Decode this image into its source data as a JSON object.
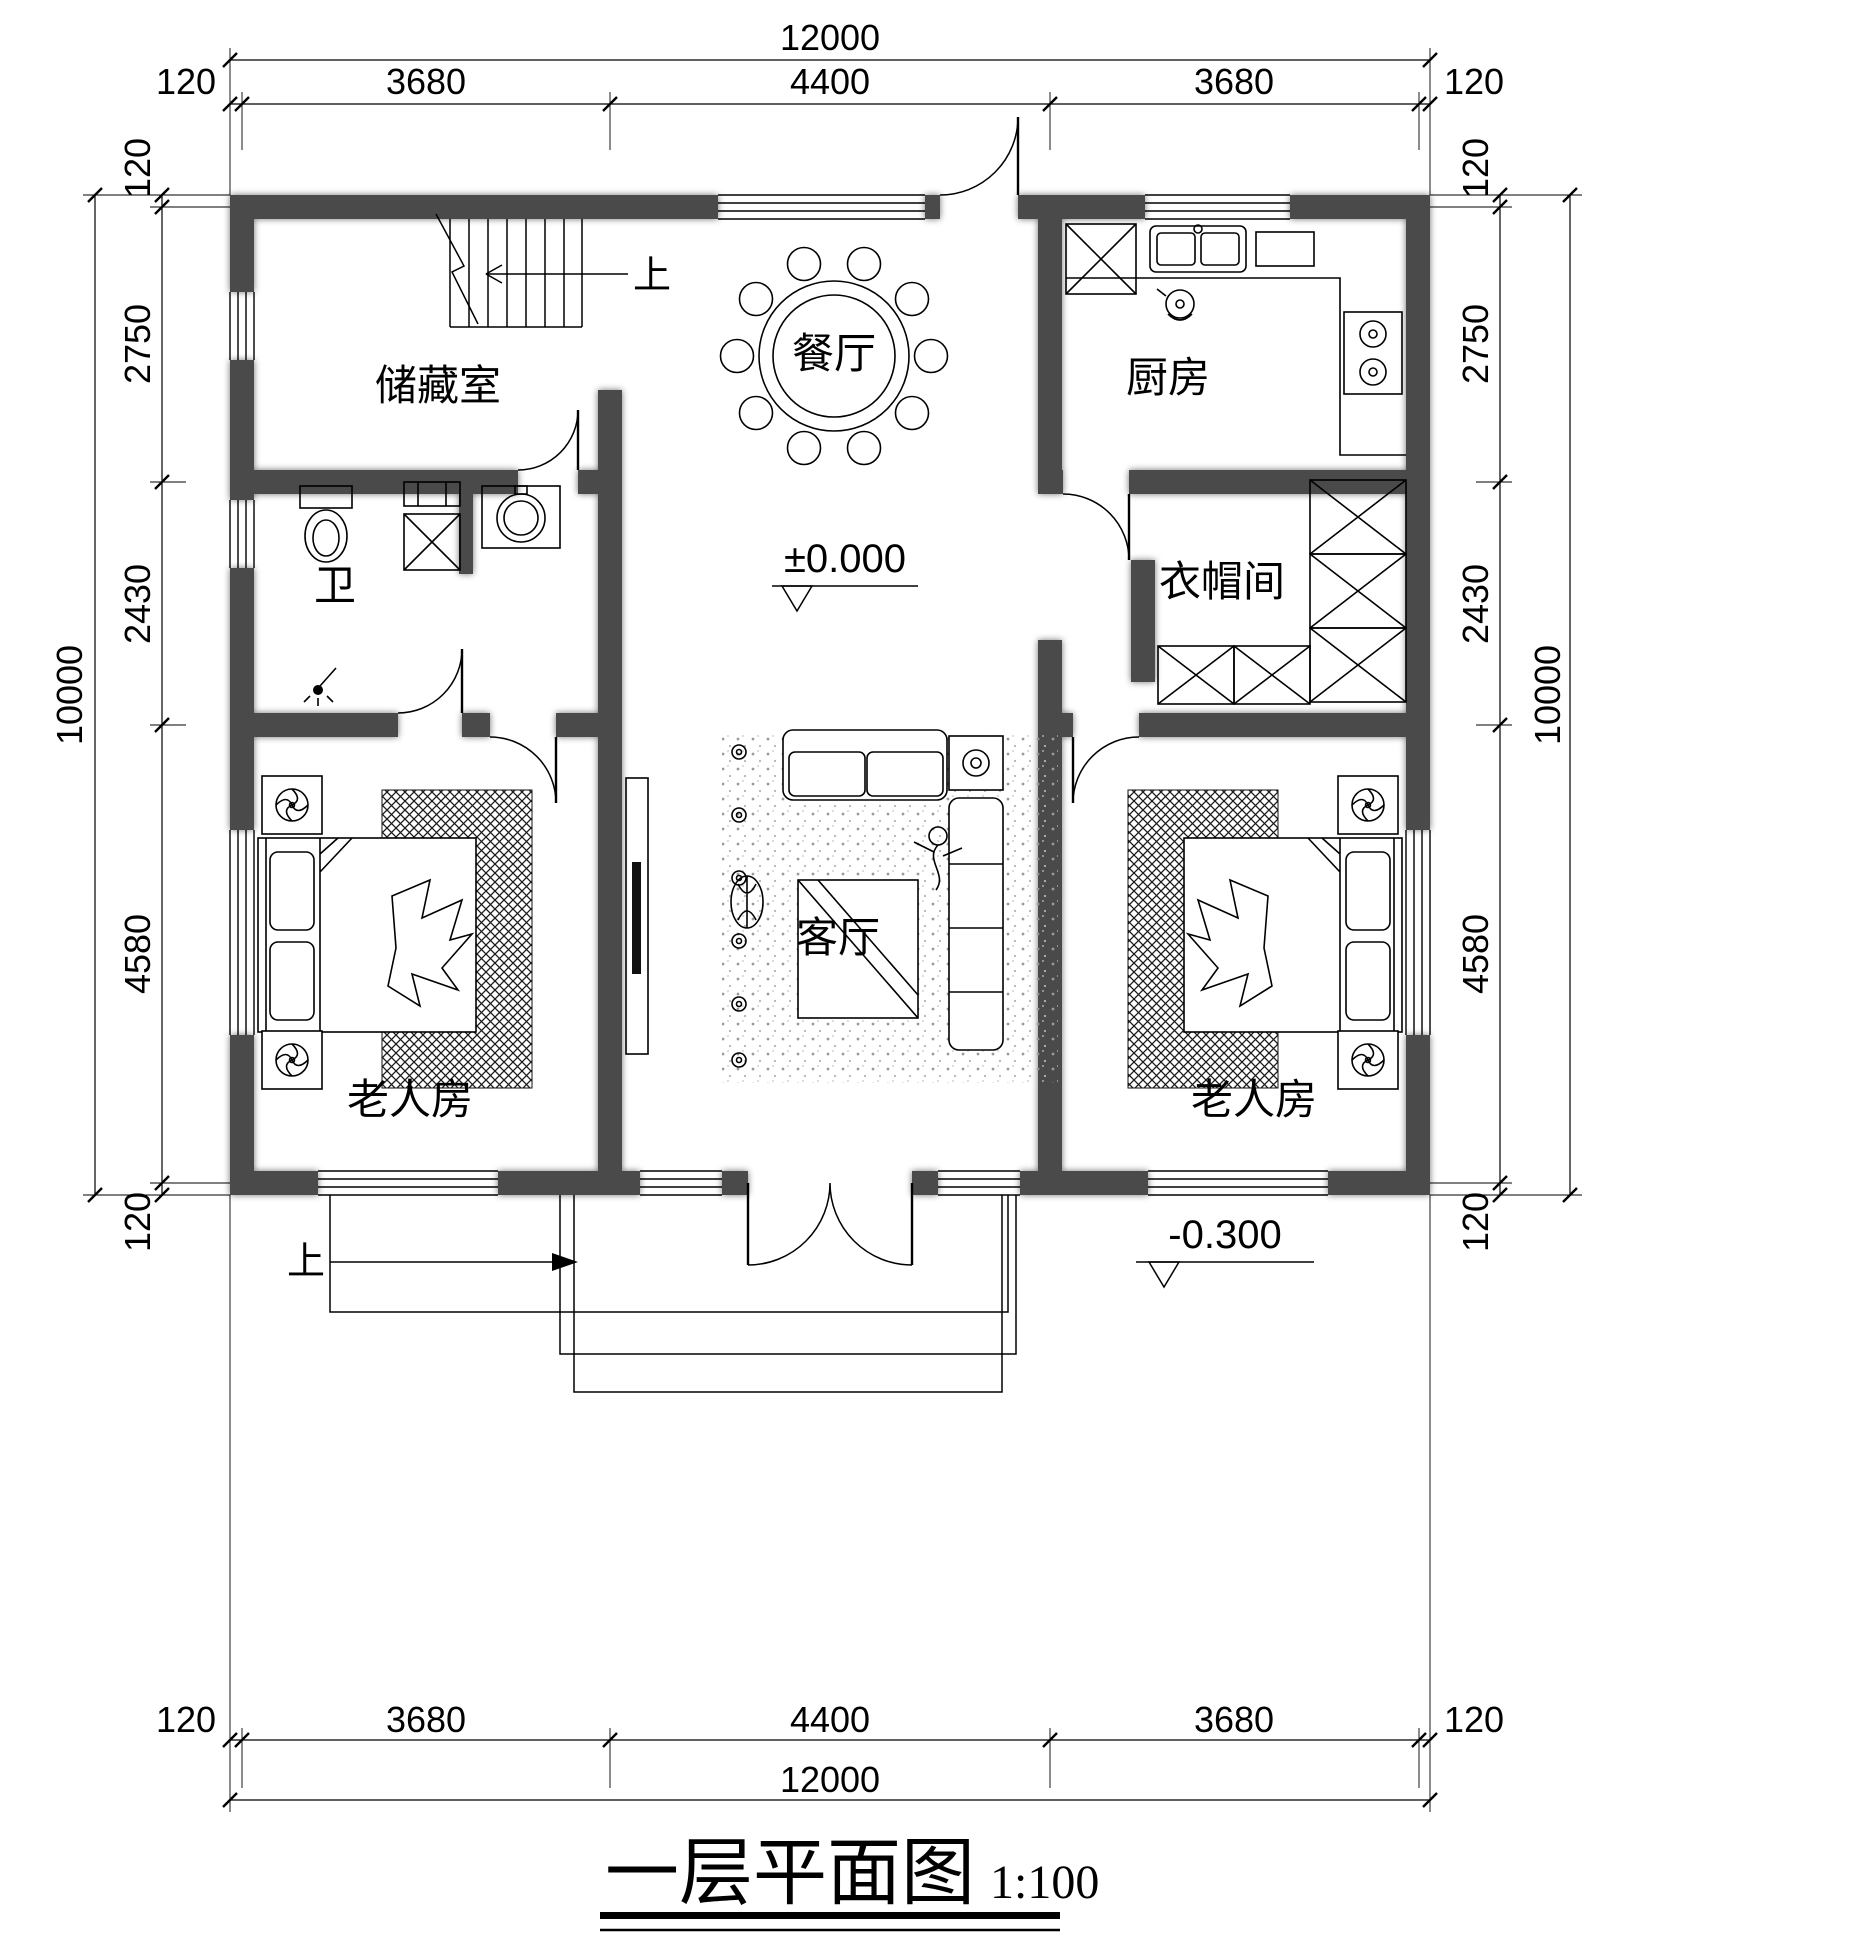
{
  "title": "一层平面图",
  "scale": "1:100",
  "levels": {
    "main": "±0.000",
    "entrance": "-0.300"
  },
  "labels": {
    "stair_up": "上",
    "entry_up": "上"
  },
  "rooms": {
    "storage": "储藏室",
    "dining": "餐厅",
    "kitchen": "厨房",
    "bathroom": "卫",
    "cloakroom": "衣帽间",
    "living": "客厅",
    "bedroom_left": "老人房",
    "bedroom_right": "老人房"
  },
  "dims": {
    "top": {
      "overall": "12000",
      "segments": [
        "120",
        "3680",
        "4400",
        "3680",
        "120"
      ]
    },
    "bottom": {
      "overall": "12000",
      "segments": [
        "120",
        "3680",
        "4400",
        "3680",
        "120"
      ]
    },
    "left": {
      "overall": "10000",
      "segments": [
        "120",
        "2750",
        "2430",
        "4580",
        "120"
      ]
    },
    "right": {
      "overall": "10000",
      "segments": [
        "120",
        "2750",
        "2430",
        "4580",
        "120"
      ]
    }
  },
  "colors": {
    "wall": "#4a4a4a",
    "line": "#000000",
    "background": "#ffffff"
  }
}
